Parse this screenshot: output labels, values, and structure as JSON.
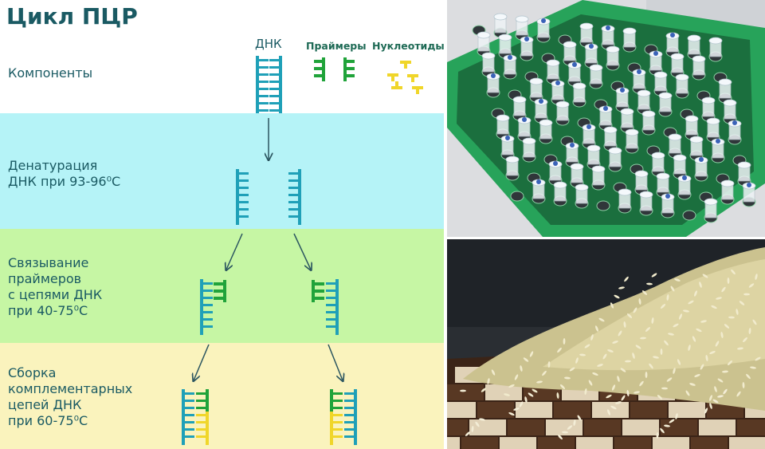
{
  "title": "Цикл ПЦР",
  "headers": {
    "dna": "ДНК",
    "primers": "Праймеры",
    "nucleotides": "Нуклеотиды"
  },
  "steps": {
    "components": [
      "Компоненты"
    ],
    "denaturation": [
      "Денатурация",
      "ДНК при 93-96⁰С"
    ],
    "annealing": [
      "Связывание",
      "праймеров",
      "с цепями ДНК",
      "при 40-75⁰С"
    ],
    "extension": [
      "Сборка",
      "комплементарных",
      "цепей ДНК",
      "при 60-75⁰С"
    ]
  },
  "colors": {
    "dna_strand": "#1fa0b8",
    "primer": "#20a33a",
    "nucleotide": "#f0d62a",
    "band_components": "#ffffff",
    "band_denaturation": "#b5f3f7",
    "band_annealing": "#c6f6a4",
    "band_extension": "#faf3bd",
    "arrow": "#2b5560"
  },
  "photos": {
    "top": "pcr-tube-rack-photo",
    "bottom": "rice-on-chessboard-photo"
  }
}
